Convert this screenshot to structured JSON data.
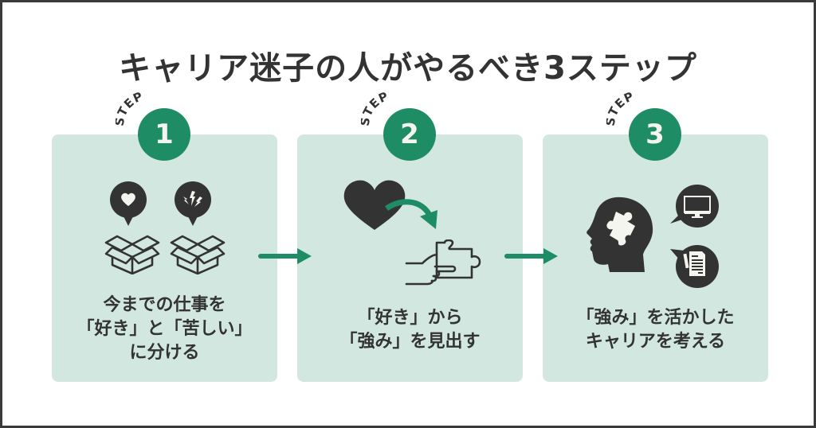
{
  "title": "キャリア迷子の人がやるべき3ステップ",
  "colors": {
    "accent_green": "#1e8c64",
    "card_bg": "#d1e7e0",
    "text_dark": "#333333",
    "icon_dark": "#333333",
    "frame_border": "#3a3a3a",
    "background": "#ffffff"
  },
  "steps": [
    {
      "step_label": "STEP",
      "number": "1",
      "icons": [
        "heart-speech-bubble-icon",
        "lightning-speech-bubble-icon",
        "open-box-icon",
        "open-box-icon"
      ],
      "lines": [
        "今までの仕事を",
        "「好き」と「苦しい」",
        "に分ける"
      ]
    },
    {
      "step_label": "STEP",
      "number": "2",
      "icons": [
        "heart-icon",
        "curved-arrow-icon",
        "hand-holding-puzzle-icon"
      ],
      "lines": [
        "「好き」から",
        "「強み」を見出す"
      ]
    },
    {
      "step_label": "STEP",
      "number": "3",
      "icons": [
        "head-with-puzzle-icon",
        "monitor-speech-bubble-icon",
        "document-speech-bubble-icon"
      ],
      "lines": [
        "「強み」を活かした",
        "キャリアを考える"
      ]
    }
  ],
  "connectors": [
    "right-arrow-icon",
    "right-arrow-icon"
  ]
}
